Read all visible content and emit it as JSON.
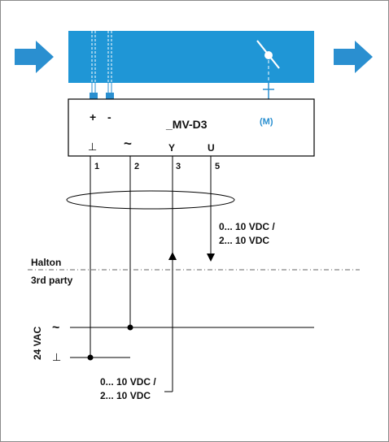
{
  "device": {
    "name": "_MV-D3",
    "plus_label": "+",
    "minus_label": "-",
    "motor_label": "(M)"
  },
  "terminals": [
    {
      "symbol": "⊥",
      "number": "1"
    },
    {
      "symbol": "~",
      "number": "2"
    },
    {
      "symbol": "Y",
      "number": "3"
    },
    {
      "symbol": "U",
      "number": "5"
    }
  ],
  "output_signal": {
    "line1": "0... 10 VDC /",
    "line2": "2... 10 VDC"
  },
  "input_signal": {
    "line1": "0... 10 VDC /",
    "line2": "2... 10 VDC"
  },
  "boundary": {
    "top_label": "Halton",
    "bottom_label": "3rd party"
  },
  "supply": {
    "voltage_label": "24 VAC",
    "ac_symbol": "~",
    "ground_symbol": "⊥"
  },
  "colors": {
    "duct": "#1f96d6",
    "arrow": "#2a8fd0",
    "line": "#000000"
  }
}
